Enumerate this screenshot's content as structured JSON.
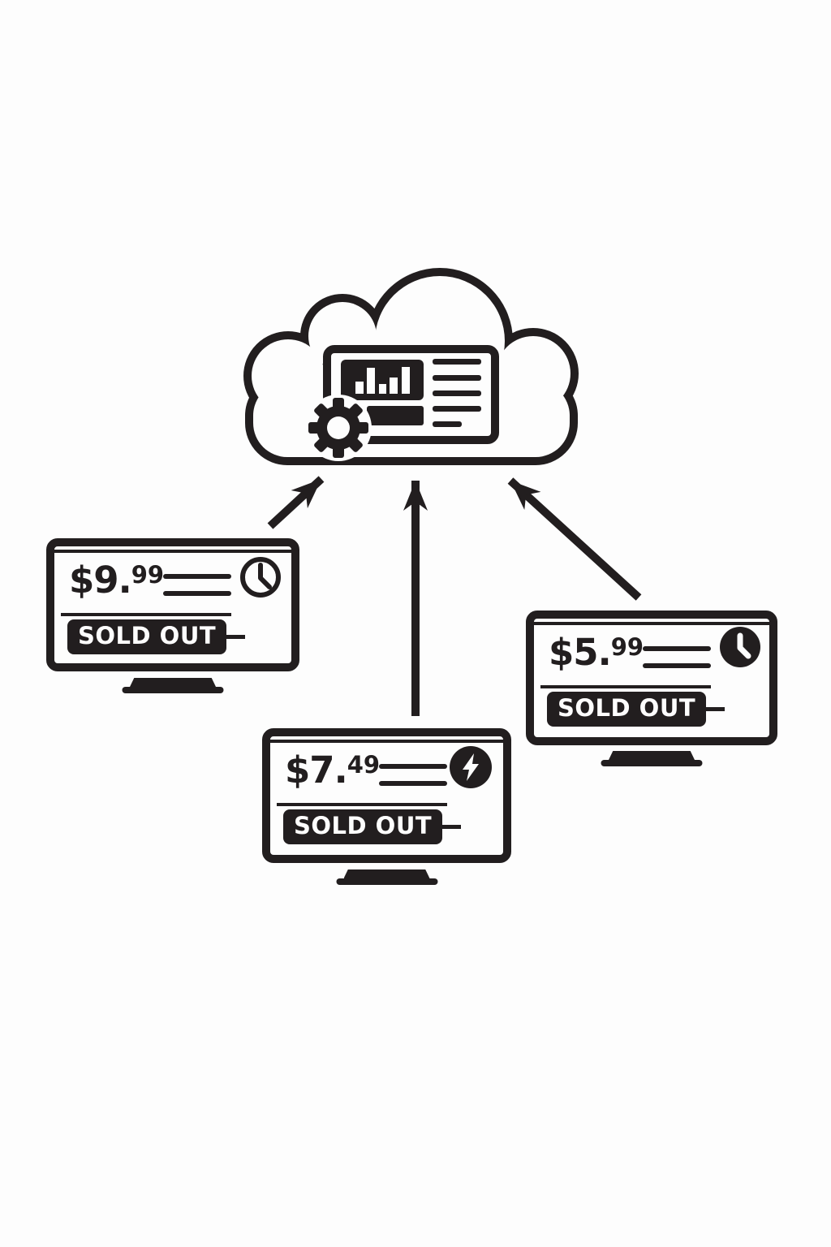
{
  "palette": {
    "ink": "#221e1f",
    "paper": "#fdfdfd"
  },
  "cloud": {
    "icons": [
      "dashboard-card-icon",
      "bar-chart-icon",
      "gear-icon"
    ],
    "chart_bar_heights": [
      15,
      32,
      12,
      20,
      33
    ],
    "text_placeholder_lines": 5
  },
  "monitors": [
    {
      "position": "left",
      "price_main": "$9.",
      "price_cents": "99",
      "badge": "SOLD OUT",
      "icon": "clock-outline-icon"
    },
    {
      "position": "middle",
      "price_main": "$7.",
      "price_cents": "49",
      "badge": "SOLD OUT",
      "icon": "lightning-icon"
    },
    {
      "position": "right",
      "price_main": "$5.",
      "price_cents": "99",
      "badge": "SOLD OUT",
      "icon": "clock-filled-icon"
    }
  ],
  "arrows": [
    {
      "from": "monitor-left",
      "to": "cloud"
    },
    {
      "from": "monitor-middle",
      "to": "cloud"
    },
    {
      "from": "monitor-right",
      "to": "cloud"
    }
  ]
}
